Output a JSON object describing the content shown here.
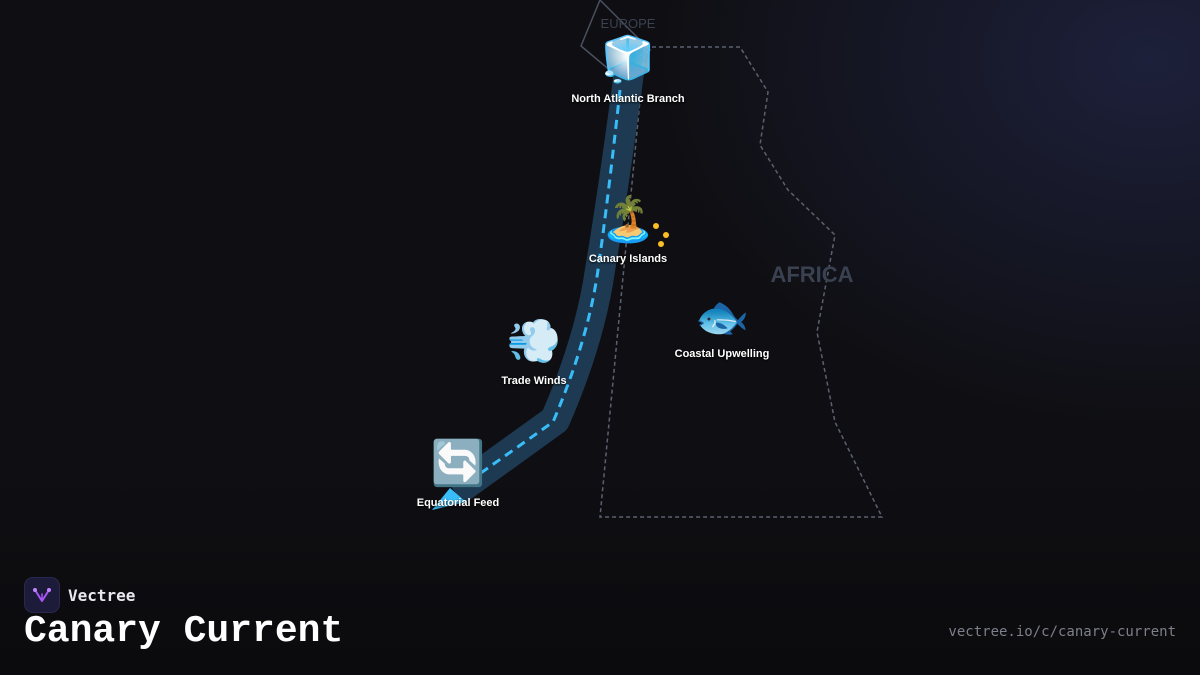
{
  "map": {
    "region_labels": {
      "europe": "EUROPE",
      "africa": "AFRICA"
    },
    "current": {
      "name": "Canary Current",
      "direction": "southward",
      "flow_color": "#38bdf8",
      "band_color": "#1e3a52"
    },
    "markers": [
      {
        "id": "north-atlantic-branch",
        "icon": "ice-cube-icon",
        "emoji": "🧊",
        "label": "North Atlantic Branch"
      },
      {
        "id": "canary-islands",
        "icon": "desert-island-icon",
        "emoji": "🏝️",
        "label": "Canary Islands"
      },
      {
        "id": "trade-winds",
        "icon": "wind-gust-icon",
        "emoji": "💨",
        "label": "Trade Winds"
      },
      {
        "id": "coastal-upwelling",
        "icon": "fish-icon",
        "emoji": "🐟",
        "label": "Coastal Upwelling"
      },
      {
        "id": "equatorial-feed",
        "icon": "cycle-arrows-icon",
        "emoji": "🔄",
        "label": "Equatorial Feed"
      }
    ]
  },
  "footer": {
    "brand_name": "Vectree",
    "title": "Canary Current",
    "url": "vectree.io/c/canary-current"
  },
  "colors": {
    "background": "#0f0f13",
    "coast_outline": "#5b6170",
    "label_faint": "#3a4150",
    "brand_accent": "#a855f7"
  }
}
